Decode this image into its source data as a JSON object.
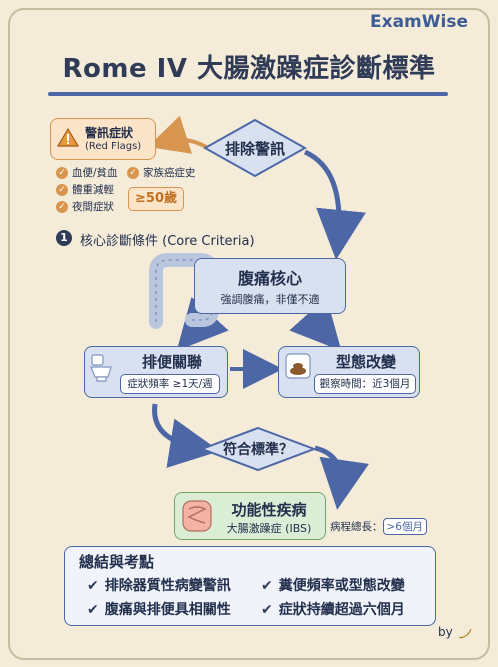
{
  "brand": "ExamWise",
  "title": "Rome IV 大腸激躁症診斷標準",
  "red_flags": {
    "label": "警訊症狀",
    "sub": "(Red Flags)",
    "items": [
      "血便/貧血",
      "家族癌症史",
      "體重減輕",
      "夜間症狀"
    ],
    "age": "≥50歲"
  },
  "exclude": {
    "label": "排除警訊"
  },
  "core": {
    "number": "1",
    "label": "核心診斷條件 (Core Criteria)"
  },
  "pain": {
    "title": "腹痛核心",
    "sub": "強調腹痛，非僅不適"
  },
  "defecation": {
    "title": "排便關聯",
    "pill": "症狀頻率 ≥1天/週"
  },
  "form": {
    "title": "型態改變",
    "pill": "觀察時間：近3個月"
  },
  "meets": {
    "label": "符合標準？"
  },
  "ibs": {
    "title": "功能性疾病",
    "sub": "大腸激躁症 (IBS)",
    "duration_label": "病程總長：",
    "duration_value": ">6個月"
  },
  "summary": {
    "title": "總結與考點",
    "items": [
      "排除器質性病變警訊",
      "糞便頻率或型態改變",
      "腹痛與排便具相關性",
      "症狀持續超過六個月"
    ]
  },
  "by": "by",
  "colors": {
    "accent": "#4d67a6",
    "box_fill": "#d9e1f0",
    "warning": "#d7954f",
    "green": "#9cc79a"
  }
}
